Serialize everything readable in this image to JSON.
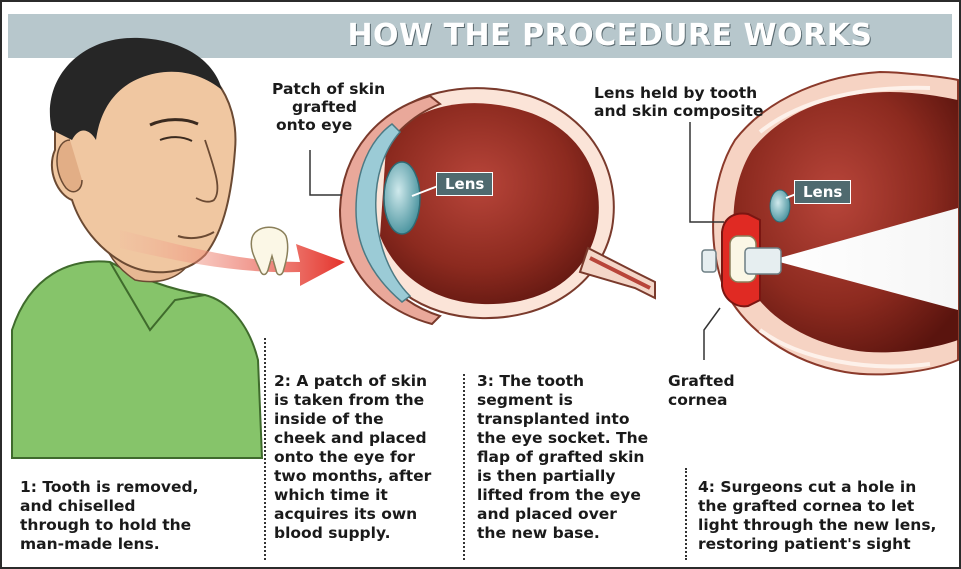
{
  "title": "HOW THE PROCEDURE WORKS",
  "labels": {
    "patch_of_skin": [
      "Patch of skin",
      "grafted",
      "onto eye"
    ],
    "lens_eye": "Lens",
    "lens_held": [
      "Lens held by tooth",
      "and skin composite"
    ],
    "lens_right": "Lens",
    "grafted_cornea": [
      "Grafted",
      "cornea"
    ]
  },
  "steps": [
    {
      "num": "1:",
      "lines": [
        "Tooth is removed,",
        "and chiselled",
        "through to hold the",
        "man-made lens."
      ]
    },
    {
      "num": "2:",
      "lines": [
        "A patch of skin",
        "is taken from the",
        "inside of the",
        "cheek and placed",
        "onto the eye for",
        "two months, after",
        "which time it",
        "acquires its own",
        "blood supply."
      ]
    },
    {
      "num": "3:",
      "lines": [
        "The tooth",
        "segment is",
        "transplanted into",
        "the eye socket. The",
        "flap of grafted skin",
        "is then partially",
        "lifted from the eye",
        "and placed over",
        "the new base."
      ]
    },
    {
      "num": "4:",
      "lines": [
        "Surgeons cut a hole in",
        "the grafted cornea to let",
        "light through the new lens,",
        "restoring patient's sight"
      ]
    }
  ],
  "colors": {
    "header": "#b7c7cc",
    "shirt": "#86c46a",
    "skin": "#f0c7a1",
    "eyeball": "#8c2a1f",
    "arrow": "#e4312a",
    "lens_tag": "#4f6a6f"
  }
}
